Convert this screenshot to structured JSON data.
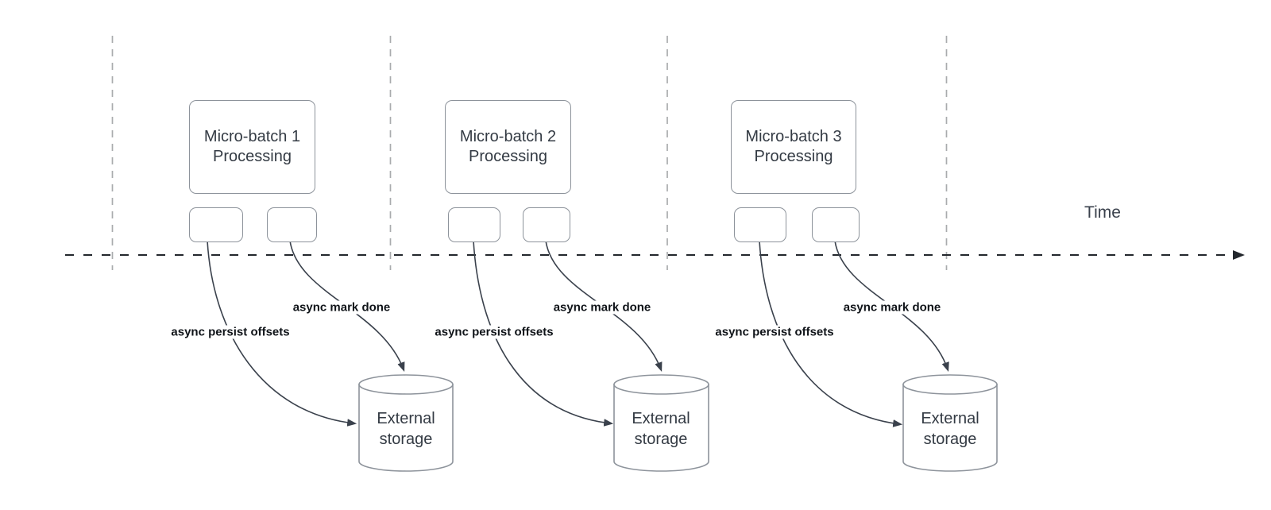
{
  "colors": {
    "shape_stroke": "#8d939b",
    "edge": "#3a414c",
    "timeline": "#23272d",
    "gridline": "#a9abad",
    "box_text": "#343b44",
    "label_text": "#101419",
    "time_text": "#3a414c",
    "fill": "#ffffff"
  },
  "timeline": {
    "label": "Time"
  },
  "sections": [
    {
      "box_line1": "Micro-batch 1",
      "box_line2": "Processing",
      "persist_label": "async persist offsets",
      "done_label": "async mark done",
      "storage_line1": "External",
      "storage_line2": "storage"
    },
    {
      "box_line1": "Micro-batch 2",
      "box_line2": "Processing",
      "persist_label": "async persist offsets",
      "done_label": "async mark done",
      "storage_line1": "External",
      "storage_line2": "storage"
    },
    {
      "box_line1": "Micro-batch 3",
      "box_line2": "Processing",
      "persist_label": "async persist offsets",
      "done_label": "async mark done",
      "storage_line1": "External",
      "storage_line2": "storage"
    }
  ]
}
